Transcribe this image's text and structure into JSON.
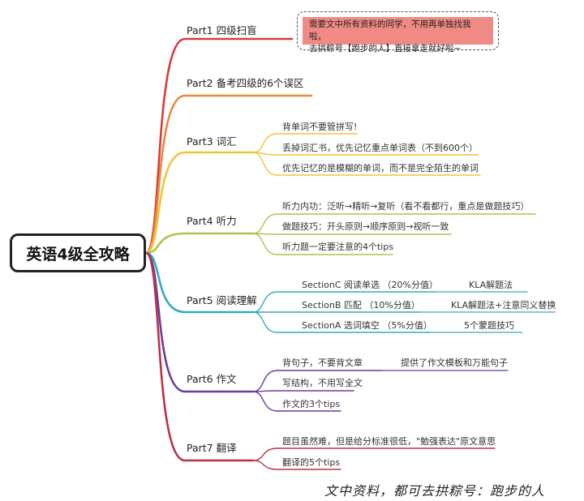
{
  "root": "英语4级全攻略",
  "note": {
    "line1": "需要文中所有资料的同学，不用再单独找我啦，",
    "line2": "去拱粽号【跑步的人】直接拿走就好啦~"
  },
  "parts": [
    {
      "label": "Part1 四级扫盲",
      "children": []
    },
    {
      "label": "Part2 备考四级的6个误区",
      "children": []
    },
    {
      "label": "Part3 词汇",
      "children": [
        {
          "text": "背单词不要管拼写!"
        },
        {
          "text": "丢掉词汇书，优先记忆重点单词表（不到600个）"
        },
        {
          "text": "优先记忆的是模糊的单词，而不是完全陌生的单词"
        }
      ]
    },
    {
      "label": "Part4 听力",
      "children": [
        {
          "text": "听力内功：泛听→精听→复听（看不看都行，重点是做题技巧）"
        },
        {
          "text": "做题技巧：开头原则→顺序原则→视听一致"
        },
        {
          "text": "听力题一定要注意的4个tips"
        }
      ]
    },
    {
      "label": "Part5 阅读理解",
      "children": [
        {
          "text": "SectionC 阅读单选 （20%分值）",
          "sub": "KLA解题法"
        },
        {
          "text": "SectionB 匹配 （10%分值）",
          "sub": "KLA解题法+注意同义替换"
        },
        {
          "text": "SectionA 选词填空 （5%分值）",
          "sub": "5个蒙题技巧"
        }
      ]
    },
    {
      "label": "Part6 作文",
      "children": [
        {
          "text": "背句子，不要背文章",
          "sub": "提供了作文模板和万能句子"
        },
        {
          "text": "写结构，不用写全文"
        },
        {
          "text": "作文的3个tips"
        }
      ]
    },
    {
      "label": "Part7 翻译",
      "children": [
        {
          "text": "题目虽然难，但是给分标准很低，\"勉强表达\"原文意思"
        },
        {
          "text": "翻译的5个tips"
        }
      ]
    }
  ],
  "watermark": "文中资料，都可去拱粽号：跑步的人",
  "colors": {
    "part1": "#d93b3b",
    "part2": "#e8893a",
    "part3": "#f0c43c",
    "part4": "#a8c64a",
    "part5": "#35a9c4",
    "part6": "#6a3d9a",
    "part7": "#b8334a",
    "note_bg": "#f08a85"
  }
}
